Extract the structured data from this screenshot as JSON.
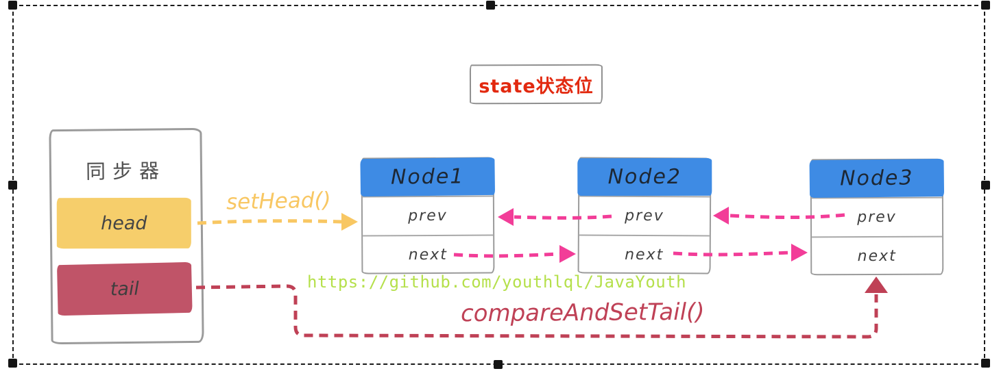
{
  "state_box": {
    "label": "state状态位"
  },
  "synchronizer": {
    "title": "同步器",
    "head_label": "head",
    "tail_label": "tail"
  },
  "nodes": [
    {
      "title": "Node1",
      "prev": "prev",
      "next": "next"
    },
    {
      "title": "Node2",
      "prev": "prev",
      "next": "next"
    },
    {
      "title": "Node3",
      "prev": "prev",
      "next": "next"
    }
  ],
  "annotations": {
    "set_head": "setHead()",
    "url": "https://github.com/youthlql/JavaYouth",
    "compare_and_set_tail": "compareAndSetTail()"
  },
  "colors": {
    "node_header_blue": "#3e8be4",
    "head_yellow": "#f6ce6b",
    "tail_rose": "#c05468",
    "pointer_pink": "#f23d98",
    "tail_arrow_crimson": "#bf4156",
    "set_head_yellow": "#f8c763",
    "url_green": "#b5e04b",
    "state_red": "#e2290f"
  }
}
